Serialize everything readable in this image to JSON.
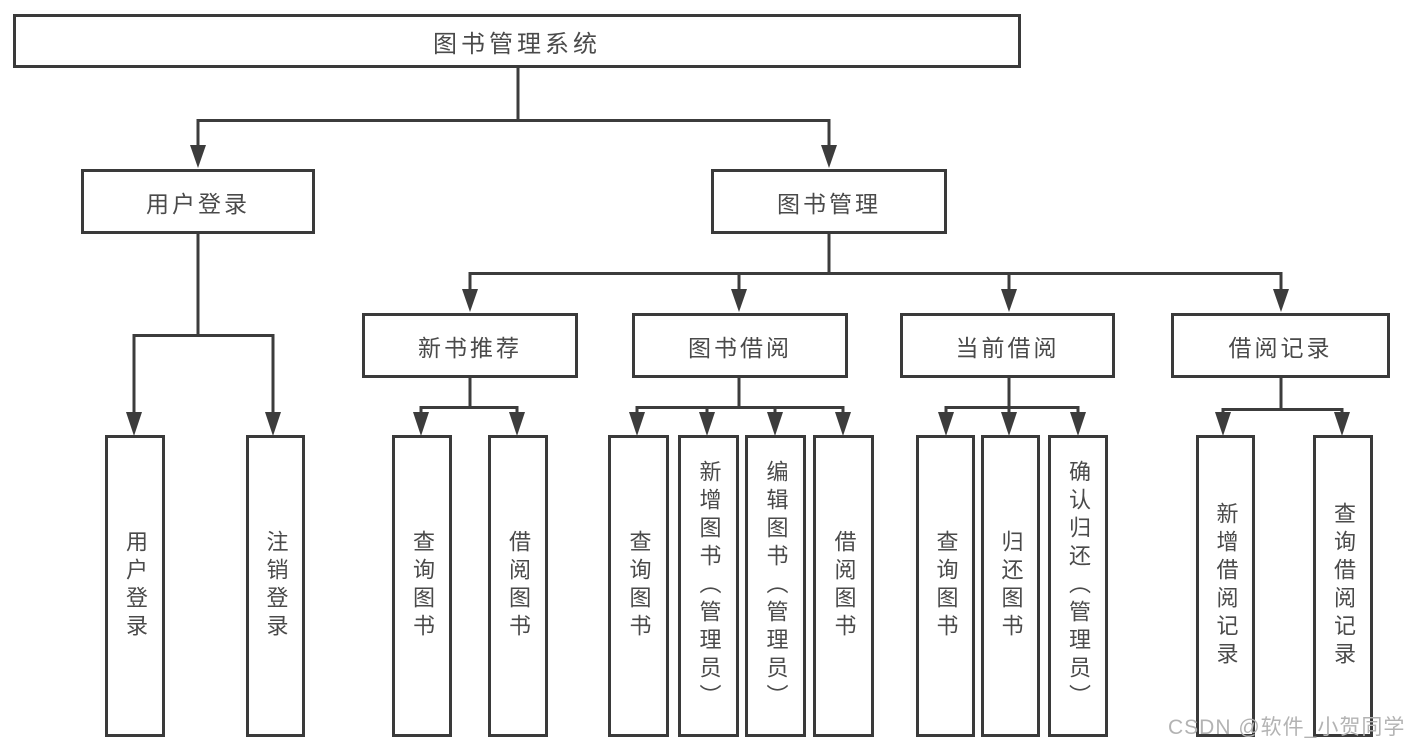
{
  "nodes": {
    "root": "图书管理系统",
    "user_login": "用户登录",
    "book_management": "图书管理",
    "new_book_recommend": "新书推荐",
    "book_borrow": "图书借阅",
    "current_borrow": "当前借阅",
    "borrow_records": "借阅记录",
    "leaves": {
      "user_login": [
        "用户登录",
        "注销登录"
      ],
      "new_book_recommend": [
        "查询图书",
        "借阅图书"
      ],
      "book_borrow": [
        "查询图书",
        "新增图书（管理员）",
        "编辑图书（管理员）",
        "借阅图书"
      ],
      "current_borrow": [
        "查询图书",
        "归还图书",
        "确认归还（管理员）"
      ],
      "borrow_records": [
        "新增借阅记录",
        "查询借阅记录"
      ]
    }
  },
  "watermark": "CSDN @软件_小贺同学",
  "colors": {
    "line": "#3c3c3c",
    "box_border": "#3a3a3a",
    "text": "#4a4a4a",
    "background": "#ffffff",
    "watermark": "#b3b3b3"
  }
}
